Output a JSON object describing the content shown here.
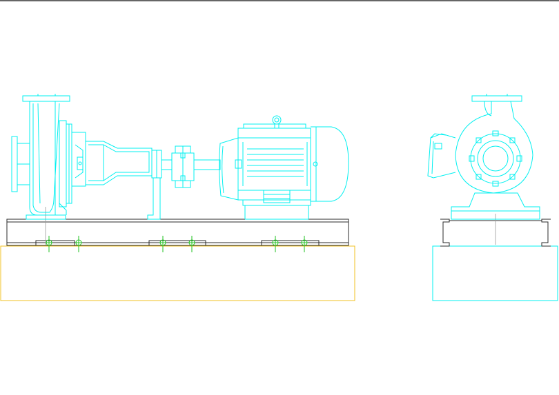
{
  "drawing": {
    "views": [
      "side-elevation",
      "end-elevation"
    ],
    "colors": {
      "equipment": "#00f0f0",
      "baseframe": "#2a2a2a",
      "foundation_side": "#f0c020",
      "foundation_end": "#00f0f0",
      "anchor_bolts": "#20c020",
      "centerline": "#999999"
    },
    "icons": [
      "centrifugal-pump",
      "coupling",
      "electric-motor",
      "baseframe",
      "concrete-foundation",
      "anchor-bolt"
    ]
  }
}
